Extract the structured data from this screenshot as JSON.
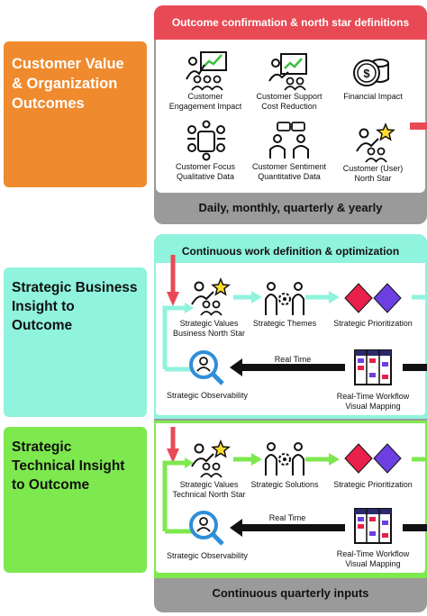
{
  "left_labels": {
    "outcomes": "Customer Value & Organization Outcomes",
    "business": "Strategic Business Insight to Outcome",
    "technical": "Strategic Technical Insight to Outcome"
  },
  "top_panel": {
    "header": "Outcome confirmation & north star definitions",
    "footer": "Daily, monthly, quarterly & yearly",
    "items": [
      {
        "label": "Customer Engagement Impact",
        "icon": "presenter-chart-icon"
      },
      {
        "label": "Customer Support Cost Reduction",
        "icon": "presentation-board-icon"
      },
      {
        "label": "Financial Impact",
        "icon": "coins-icon"
      },
      {
        "label": "Customer Focus Qualitative Data",
        "icon": "meeting-table-icon"
      },
      {
        "label": "Customer Sentiment Quantitative Data",
        "icon": "discussion-icon"
      },
      {
        "label": "Customer (User) North Star",
        "icon": "star-presenter-icon"
      }
    ]
  },
  "middle_panel": {
    "header": "Continuous work definition & optimization",
    "business": {
      "values": "Strategic Values Business North Star",
      "themes": "Strategic Themes",
      "prioritization": "Strategic Prioritization",
      "observability": "Strategic Observability",
      "mapping": "Real-Time Workflow Visual Mapping",
      "arrow_label": "Real Time"
    },
    "technical": {
      "values": "Strategic Values Technical North Star",
      "solutions": "Strategic Solutions",
      "prioritization": "Strategic Prioritization",
      "observability": "Strategic Observability",
      "mapping": "Real-Time Workflow Visual Mapping",
      "arrow_label": "Real Time"
    },
    "footer": "Continuous quarterly inputs"
  },
  "colors": {
    "orange": "#ef8a2e",
    "red": "#e84a55",
    "teal": "#8ff3dd",
    "green": "#7ee84f",
    "grey": "#9a9a9a",
    "diamond_red": "#e8204a",
    "diamond_purple": "#6c3fe0",
    "magnifier_blue": "#2f8fd8"
  }
}
